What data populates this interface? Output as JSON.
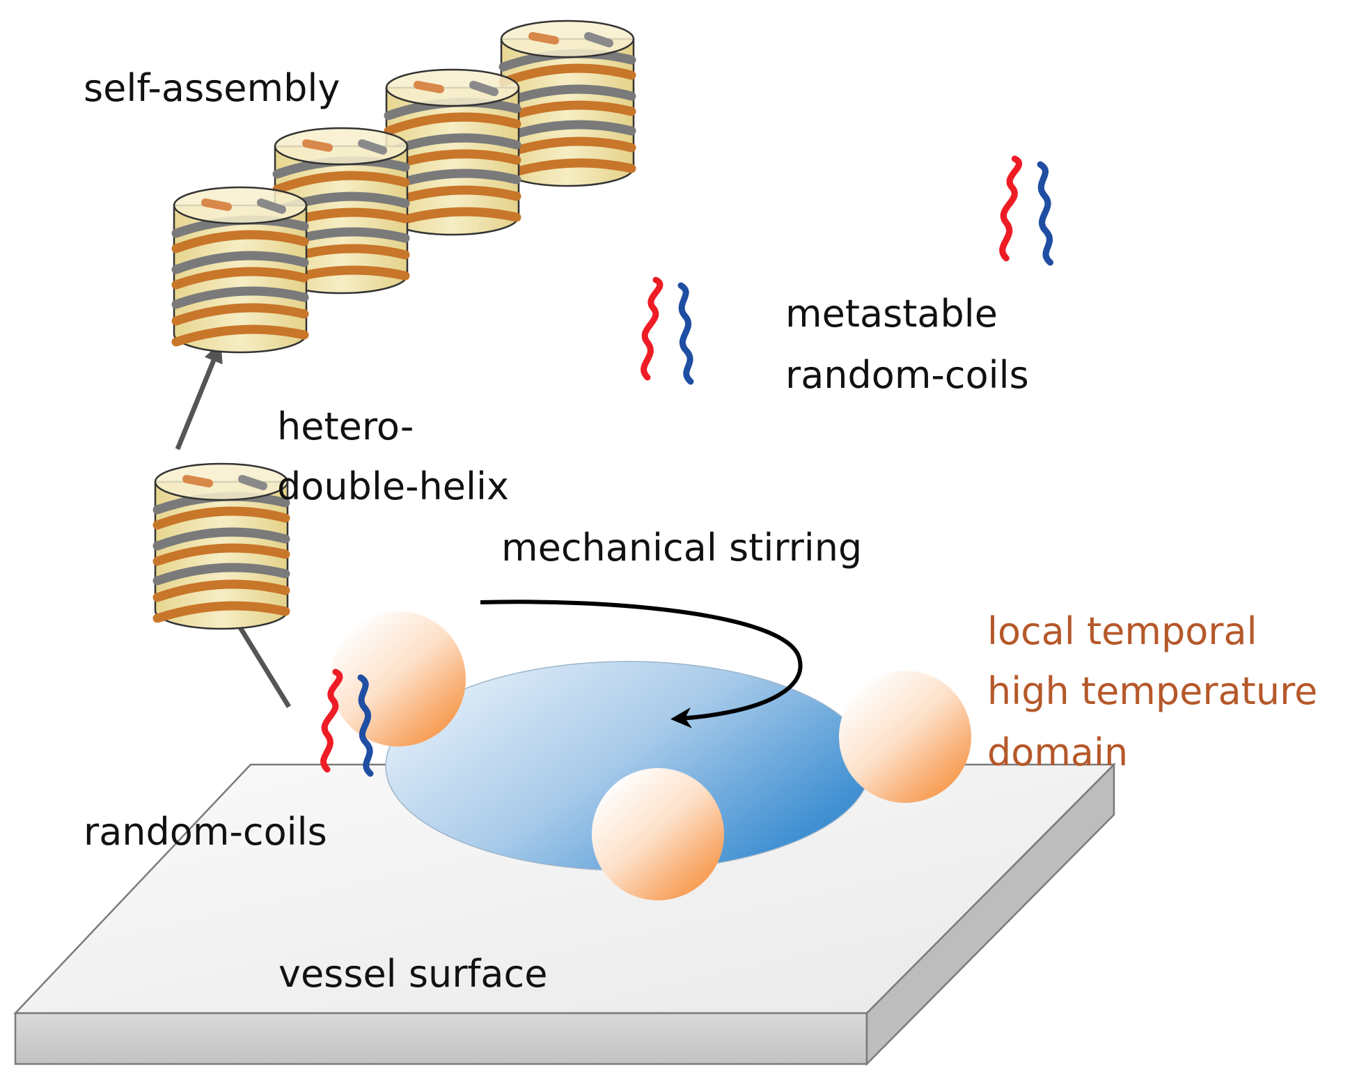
{
  "labels": {
    "self_assembly": "self-assembly",
    "hetero_line1": "hetero-",
    "hetero_line2": "double-helix",
    "metastable_line1": "metastable",
    "metastable_line2": "random-coils",
    "mechanical_stirring": "mechanical stirring",
    "local_line1": "local temporal",
    "local_line2": "high temperature",
    "local_line3": "domain",
    "random_coils": "random-coils",
    "vessel_surface": "vessel surface"
  },
  "colors": {
    "text": "#111111",
    "highlight_text": "#b5582a",
    "strand_red": "#ee1c25",
    "strand_blue": "#1f4ea3",
    "helix_orange": "#c8762a",
    "helix_gray": "#7a7a7a",
    "cylinder_fill": "#efe2a4",
    "stir_bar_blue": "#3f8fd2",
    "hot_sphere": "#f7923e",
    "arrow_gray": "#555555",
    "slab_top": "#f3f3f3"
  },
  "icons": {
    "strand_pair": "red-blue-random-coil",
    "cylinder": "double-helix-cylinder",
    "sphere": "hot-domain-sphere",
    "disc": "stir-bar-disc"
  }
}
